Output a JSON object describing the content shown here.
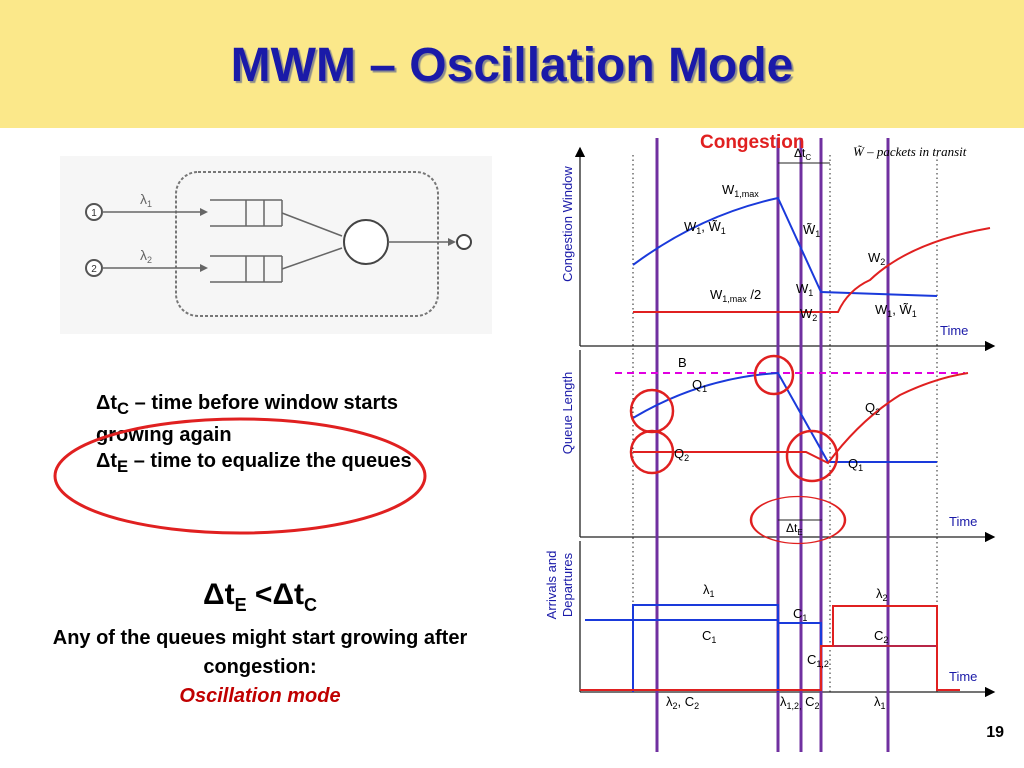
{
  "slide": {
    "title": "MWM – Oscillation Mode",
    "page_number": "19"
  },
  "queue_diagram": {
    "input1_label": "1",
    "input2_label": "2",
    "lambda1": "λ",
    "lambda1_sub": "1",
    "lambda2": "λ",
    "lambda2_sub": "2"
  },
  "notes": {
    "dtc_symbol": "Δt",
    "dtc_sub": "C",
    "dtc_text": " – time before window starts growing again",
    "dte_symbol": "Δt",
    "dte_sub": "E",
    "dte_text": " – time to equalize  the queues"
  },
  "conclusion": {
    "lhs": "Δt",
    "lhs_sub": "E",
    "op": " <",
    "rhs": "Δt",
    "rhs_sub": "C",
    "text": "Any of the queues might start growing after congestion:",
    "mode": "Oscillation mode"
  },
  "chart": {
    "congestion_label": "Congestion",
    "transit_legend": "W̃ – packets in transit",
    "time_label": "Time",
    "panel1": {
      "ylabel": "Congestion Window",
      "dtc": "Δt",
      "dtc_sub": "C",
      "w1max": "W",
      "w1max_sub": "1,max",
      "w1_w1t_a": "W",
      "w1_w1t_a_sub": "1",
      "w1_w1t_b": ", W̃",
      "w1_w1t_b_sub": "1",
      "w1t": "W̃",
      "w1t_sub": "1",
      "w2": "W",
      "w2_sub": "2",
      "w1": "W",
      "w1_sub": "1",
      "w1max_half": "W",
      "w1max_half_sub": "1,max",
      "w1max_half_tail": " /2",
      "w2b": "W",
      "w2b_sub": "2",
      "w1_w1t2_a": "W",
      "w1_w1t2_a_sub": "1",
      "w1_w1t2_b": ", W̃",
      "w1_w1t2_b_sub": "1"
    },
    "panel2": {
      "ylabel": "Queue Length",
      "b": "B",
      "q1": "Q",
      "q1_sub": "1",
      "q2": "Q",
      "q2_sub": "2",
      "q2_left": "Q",
      "q2_left_sub": "2",
      "q1_right": "Q",
      "q1_right_sub": "1",
      "dte": "Δt",
      "dte_sub": "E"
    },
    "panel3": {
      "ylabel_line1": "Arrivals and",
      "ylabel_line2": "Departures",
      "lambda1": "λ",
      "lambda1_sub": "1",
      "c1": "C",
      "c1_sub": "1",
      "c1_mid": "C",
      "c1_mid_sub": "1",
      "lambda2": "λ",
      "lambda2_sub": "2",
      "c2": "C",
      "c2_sub": "2",
      "c12": "C",
      "c12_sub": "1,2",
      "bot_a1": "λ",
      "bot_a1_sub": "2",
      "bot_a2": ", C",
      "bot_a2_sub": "2",
      "bot_b1": "λ",
      "bot_b1_sub": "1,2,",
      "bot_b2": " C",
      "bot_b2_sub": "2",
      "bot_c": "λ",
      "bot_c_sub": "1"
    }
  },
  "colors": {
    "title": "#1a1aa8",
    "header_bg": "#fbe88a",
    "red": "#e02020",
    "blue": "#1a3adb",
    "purple": "#7030a0",
    "magenta": "#e000e0",
    "axis_text": "#1a1aa8"
  }
}
